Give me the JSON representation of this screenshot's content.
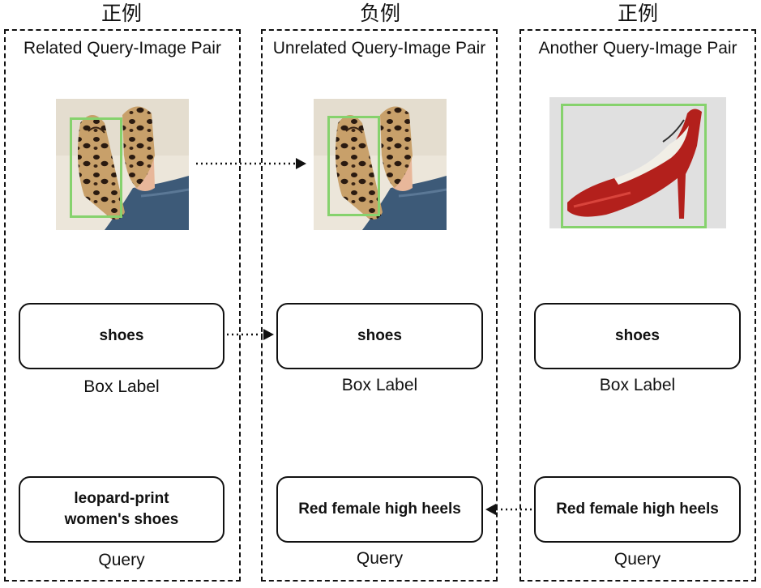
{
  "columns": [
    {
      "heading": "正例",
      "title": "Related Query-Image Pair",
      "box_label_value": "shoes",
      "box_label_caption": "Box Label",
      "query_value": "leopard-print women's shoes",
      "query_caption": "Query"
    },
    {
      "heading": "负例",
      "title": "Unrelated Query-Image Pair",
      "box_label_value": "shoes",
      "box_label_caption": "Box Label",
      "query_value": "Red female high heels",
      "query_caption": "Query"
    },
    {
      "heading": "正例",
      "title": "Another Query-Image Pair",
      "box_label_value": "shoes",
      "box_label_caption": "Box Label",
      "query_value": "Red female high heels",
      "query_caption": "Query"
    }
  ],
  "colors": {
    "bbox": "#86d26d",
    "heel": "#b3201c",
    "leopard_base": "#c8a06a"
  }
}
